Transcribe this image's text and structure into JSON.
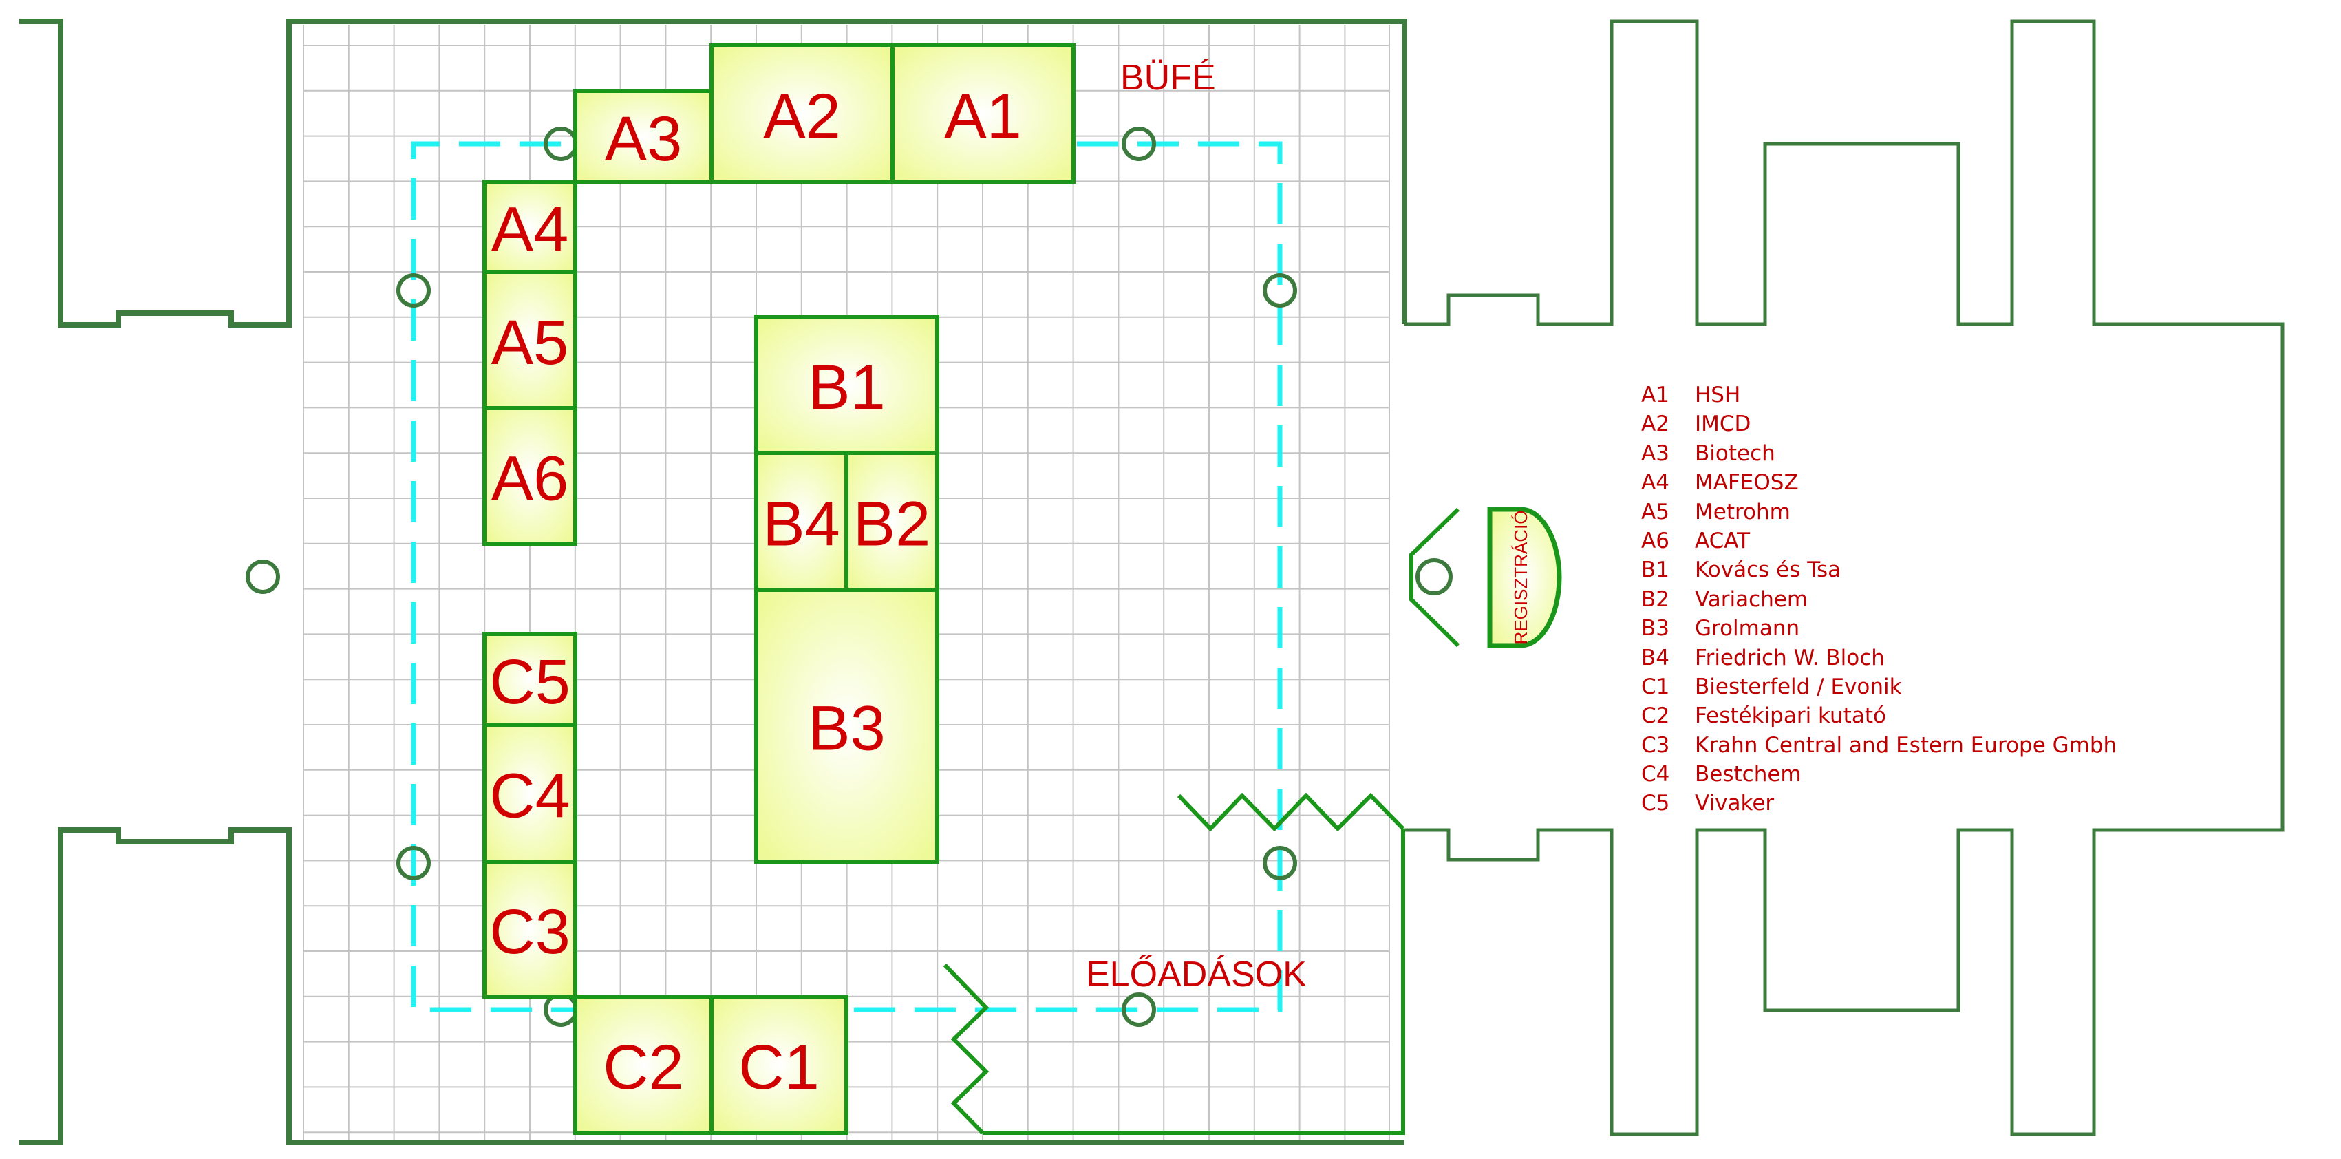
{
  "labels": {
    "buffet": "BÜFÉ",
    "lectures": "ELŐADÁSOK",
    "registration": "REGISZTRÁCIÓ"
  },
  "colors": {
    "wall": "#3d7a3d",
    "booth_border": "#1a961a",
    "booth_fill_edge": "#eefa98",
    "booth_text": "#d00000",
    "aisle": "#22f2f2",
    "legend_text": "#c00000"
  },
  "booths": [
    {
      "id": "A1",
      "company": "HSH"
    },
    {
      "id": "A2",
      "company": "IMCD"
    },
    {
      "id": "A3",
      "company": "Biotech"
    },
    {
      "id": "A4",
      "company": "MAFEOSZ"
    },
    {
      "id": "A5",
      "company": "Metrohm"
    },
    {
      "id": "A6",
      "company": "ACAT"
    },
    {
      "id": "B1",
      "company": "Kovács és Tsa"
    },
    {
      "id": "B2",
      "company": "Variachem"
    },
    {
      "id": "B3",
      "company": "Grolmann"
    },
    {
      "id": "B4",
      "company": "Friedrich W. Bloch"
    },
    {
      "id": "C1",
      "company": "Biesterfeld / Evonik"
    },
    {
      "id": "C2",
      "company": "Festékipari kutató"
    },
    {
      "id": "C3",
      "company": "Krahn Central and Estern Europe Gmbh"
    },
    {
      "id": "C4",
      "company": "Bestchem"
    },
    {
      "id": "C5",
      "company": "Vivaker"
    }
  ]
}
